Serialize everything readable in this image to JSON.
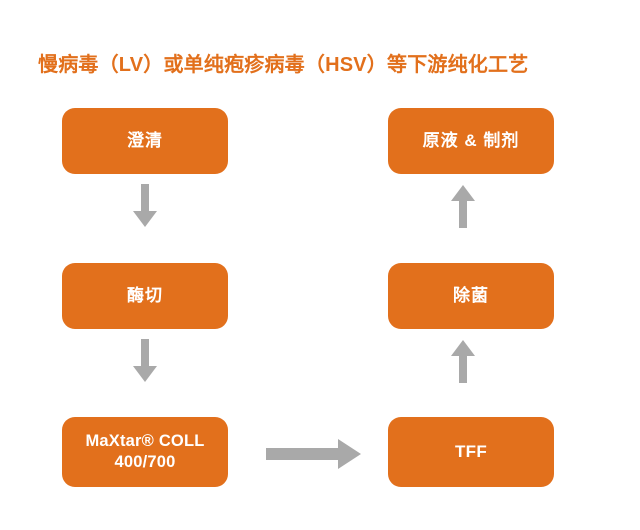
{
  "title": "慢病毒（LV）或单纯疱疹病毒（HSV）等下游纯化工艺",
  "colors": {
    "brand_orange": "#E2701C",
    "arrow_gray": "#A9A9A9",
    "box_text": "#FFFFFF",
    "background": "#FFFFFF"
  },
  "flow": {
    "left_column": [
      {
        "id": "clarification",
        "label": "澄清"
      },
      {
        "id": "enzymatic-digestion",
        "label": "酶切"
      },
      {
        "id": "maxtar-coll",
        "label": "MaXtar® COLL\n400/700"
      }
    ],
    "right_column": [
      {
        "id": "drug-substance-product",
        "label": "原液 & 制剂"
      },
      {
        "id": "sterile-filtration",
        "label": "除菌"
      },
      {
        "id": "tff",
        "label": "TFF"
      }
    ],
    "connectors": [
      {
        "id": "clarification-to-enzyme",
        "direction": "down",
        "icon": "arrow-down-icon"
      },
      {
        "id": "enzyme-to-maxtar",
        "direction": "down",
        "icon": "arrow-down-icon"
      },
      {
        "id": "maxtar-to-tff",
        "direction": "right",
        "icon": "arrow-right-icon"
      },
      {
        "id": "tff-to-sterile",
        "direction": "up",
        "icon": "arrow-up-icon"
      },
      {
        "id": "sterile-to-drug",
        "direction": "up",
        "icon": "arrow-up-icon"
      }
    ]
  }
}
